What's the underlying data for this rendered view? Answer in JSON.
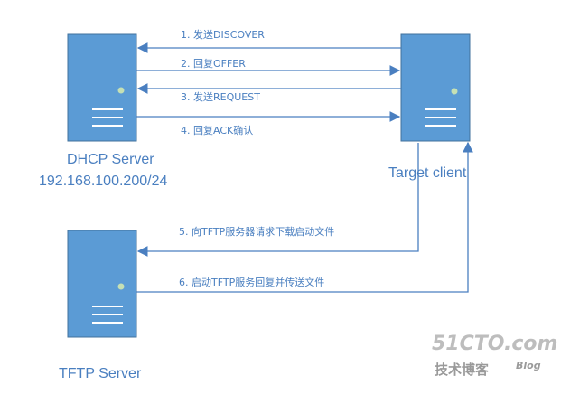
{
  "servers": {
    "dhcp": {
      "name": "DHCP Server",
      "ip": "192.168.100.200/24"
    },
    "client": {
      "name": "Target client"
    },
    "tftp": {
      "name": "TFTP Server"
    }
  },
  "messages": [
    {
      "label": "1. 发送DISCOVER"
    },
    {
      "label": "2. 回复OFFER"
    },
    {
      "label": "3. 发送REQUEST"
    },
    {
      "label": "4. 回复ACK确认"
    },
    {
      "label": "5. 向TFTP服务器请求下载启动文件"
    },
    {
      "label": "6. 启动TFTP服务回复并传送文件"
    }
  ],
  "watermark": {
    "site": "51CTO.com",
    "tagline": "技术博客",
    "blog": "Blog"
  },
  "colors": {
    "server_fill": "#5b9bd5",
    "server_stroke": "#41719c",
    "arrow": "#4a7fc0",
    "led": "#c5e0b4",
    "label": "#4a7fc0"
  }
}
